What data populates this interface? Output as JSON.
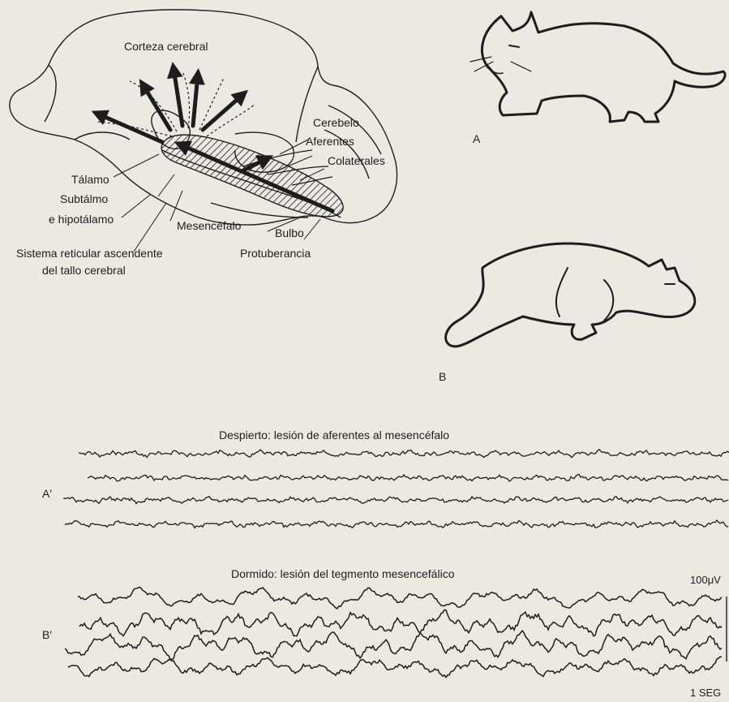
{
  "brain": {
    "corteza": "Corteza cerebral",
    "cerebelo": "Cerebelo",
    "aferentes": "Aferentes",
    "colaterales": "Colaterales",
    "talamo": "Tálamo",
    "subtalamo_line1": "Subtálmo",
    "subtalamo_line2": "e hipotálamo",
    "mesencefalo": "Mesencéfalo",
    "bulbo": "Bulbo",
    "protuberancia": "Protuberancia",
    "sistema_line1": "Sistema reticular ascendente",
    "sistema_line2": "del tallo cerebral"
  },
  "cats": {
    "label_a": "A",
    "label_b": "B"
  },
  "eeg": {
    "title_a": "Despierto: lesión de aferentes al mesencéfalo",
    "label_a": "A′",
    "title_b": "Dormido: lesión del tegmento mesencefálico",
    "label_b": "B′",
    "scale_voltage": "100μV",
    "scale_time": "1 SEG"
  },
  "colors": {
    "ink": "#1d1d1d",
    "paper": "#ece9e2"
  }
}
